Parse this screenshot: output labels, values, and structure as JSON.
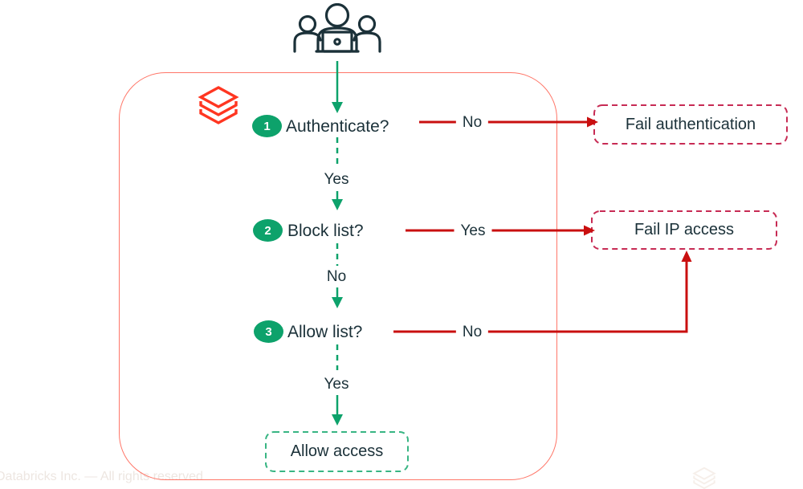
{
  "diagram": {
    "source_icon": "users-laptop-icon",
    "brand_icon": "databricks-logo-icon",
    "watermark_icon": "databricks-watermark-icon",
    "steps": [
      {
        "number": "1",
        "label": "Authenticate?"
      },
      {
        "number": "2",
        "label": "Block list?"
      },
      {
        "number": "3",
        "label": "Allow list?"
      }
    ],
    "edges": {
      "step1_fail": "No",
      "step1_next": "Yes",
      "step2_fail": "Yes",
      "step2_next": "No",
      "step3_fail": "No",
      "step3_next": "Yes"
    },
    "outcomes": [
      {
        "label": "Fail authentication",
        "type": "fail"
      },
      {
        "label": "Fail IP access",
        "type": "fail"
      },
      {
        "label": "Allow access",
        "type": "success"
      }
    ],
    "footer": "Databricks Inc. — All rights reserved",
    "colors": {
      "green": "#0DA26B",
      "green_box_border": "#38B583",
      "red_arrow": "#C90F0F",
      "fail_box_border": "#C72B54",
      "container_border": "#FF7668",
      "brand_red": "#FF3621",
      "text_navy": "#1B3139"
    }
  }
}
